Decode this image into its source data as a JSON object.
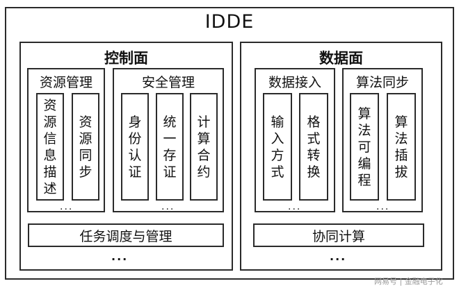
{
  "title": "IDDE",
  "control_plane": {
    "title": "控制面",
    "resource_mgmt": {
      "title": "资源管理",
      "items": [
        "资源信息描述",
        "资源同步"
      ],
      "more": "..."
    },
    "security_mgmt": {
      "title": "安全管理",
      "items": [
        "身份认证",
        "统一存证",
        "计算合约"
      ],
      "more": "..."
    },
    "scheduling": "任务调度与管理",
    "more": "..."
  },
  "data_plane": {
    "title": "数据面",
    "data_access": {
      "title": "数据接入",
      "items": [
        "输入方式",
        "格式转换"
      ],
      "more": "..."
    },
    "algorithm_sync": {
      "title": "算法同步",
      "items": [
        "算法可编程",
        "算法插拔"
      ],
      "more": "..."
    },
    "collab_compute": "协同计算",
    "more": "..."
  },
  "watermark": "网易号 | 金融电子化"
}
